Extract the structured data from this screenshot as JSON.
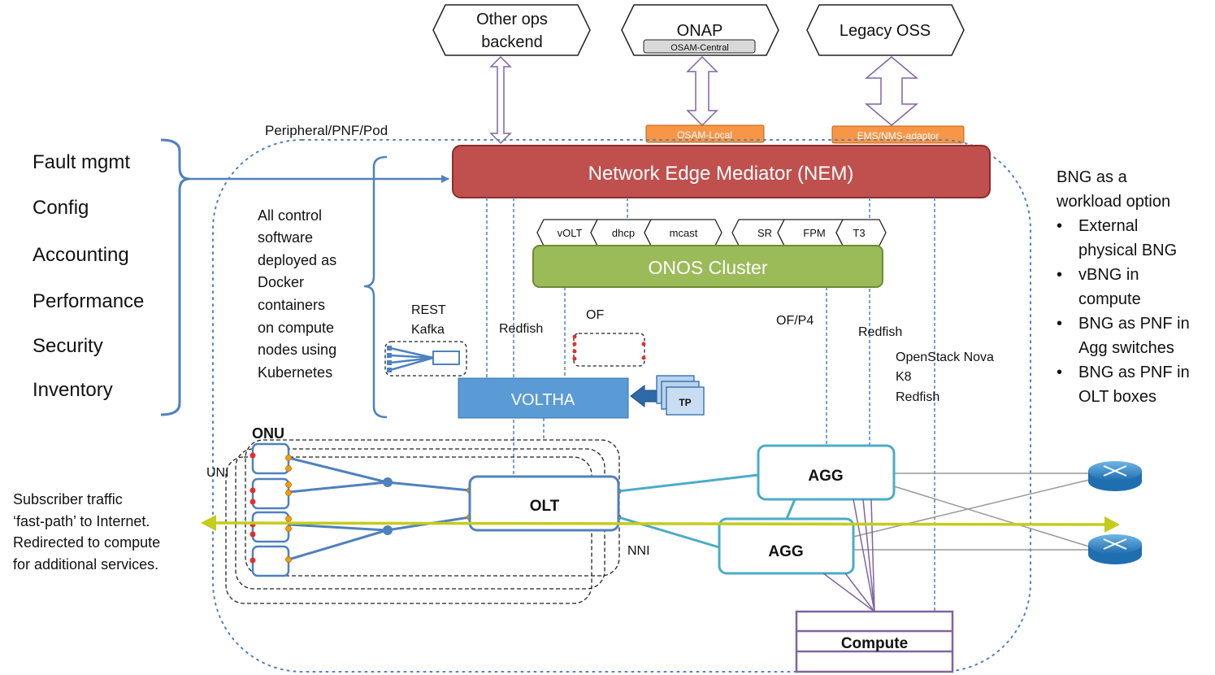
{
  "backends": {
    "other_ops_line1": "Other ops",
    "other_ops_line2": "backend",
    "onap": "ONAP",
    "osam_central": "OSAM-Central",
    "legacy_oss": "Legacy OSS"
  },
  "adaptors": {
    "osam_local": "OSAM-Local",
    "ems_nms": "EMS/NMS-adaptor"
  },
  "pod_label": "Peripheral/PNF/Pod",
  "nem": "Network Edge Mediator (NEM)",
  "onos": {
    "cluster": "ONOS Cluster",
    "apps_left": [
      "vOLT",
      "dhcp",
      "mcast"
    ],
    "apps_right": [
      "SR",
      "FPM",
      "T3"
    ]
  },
  "fcaps": [
    "Fault mgmt",
    "Config",
    "Accounting",
    "Performance",
    "Security",
    "Inventory"
  ],
  "control_text": [
    "All control",
    "software",
    "deployed as",
    "Docker",
    "containers",
    "on compute",
    "nodes using",
    "Kubernetes"
  ],
  "labels": {
    "rest": "REST",
    "kafka": "Kafka",
    "redfish_left": "Redfish",
    "of": "OF",
    "of_p4": "OF/P4",
    "redfish_right": "Redfish",
    "openstack": [
      "OpenStack Nova",
      "K8",
      "Redfish"
    ],
    "uni": "UNI",
    "nni": "NNI",
    "onu": "ONU"
  },
  "nodes": {
    "voltha": "VOLTHA",
    "tp": "TP",
    "olt": "OLT",
    "agg_top": "AGG",
    "agg_bottom": "AGG",
    "compute": "Compute"
  },
  "subscriber_text": [
    "Subscriber traffic",
    "‘fast-path’ to Internet.",
    "Redirected to compute",
    "for additional services."
  ],
  "bng": {
    "title_line1": "BNG as a",
    "title_line2": "workload option",
    "bullet": "•",
    "items": [
      [
        "External",
        "physical BNG"
      ],
      [
        "vBNG in",
        "compute"
      ],
      [
        "BNG as PNF in",
        "Agg switches"
      ],
      [
        "BNG as PNF in",
        "OLT boxes"
      ]
    ]
  },
  "colors": {
    "nem_red": "#c0504d",
    "onos_green": "#9bbb59",
    "voltha_blue": "#5b9bd5",
    "adaptor_orange": "#f79646",
    "agg_teal": "#4bacc6",
    "compute_purple": "#8064a2",
    "fastpath_yellow": "#c4cc1c",
    "link_blue": "#4f81bd"
  }
}
